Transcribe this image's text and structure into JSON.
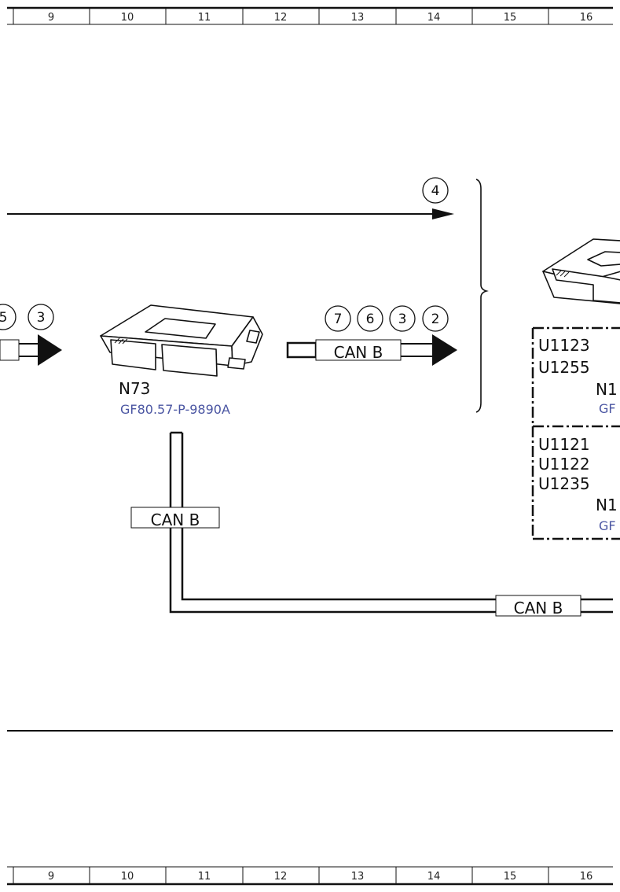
{
  "ruler": {
    "columns": [
      "9",
      "10",
      "11",
      "12",
      "13",
      "14",
      "15",
      "16"
    ]
  },
  "bubbles": {
    "top_arrow": "4",
    "left_partial": "5",
    "left_input": "3",
    "right_group": [
      "7",
      "6",
      "3",
      "2"
    ]
  },
  "labels": {
    "can_b": "CAN B",
    "module_name": "N73",
    "module_ref": "GF80.57-P-9890A"
  },
  "box_right": {
    "upper_codes": [
      "U1123",
      "U1255"
    ],
    "upper_name_partial": "N1",
    "upper_ref_partial": "GF",
    "lower_codes": [
      "U1121",
      "U1122",
      "U1235"
    ],
    "lower_name_partial": "N1",
    "lower_ref_partial": "GF"
  },
  "colors": {
    "line": "#111111",
    "ref_text": "#4a55a2",
    "arrow_fill": "#111111"
  }
}
